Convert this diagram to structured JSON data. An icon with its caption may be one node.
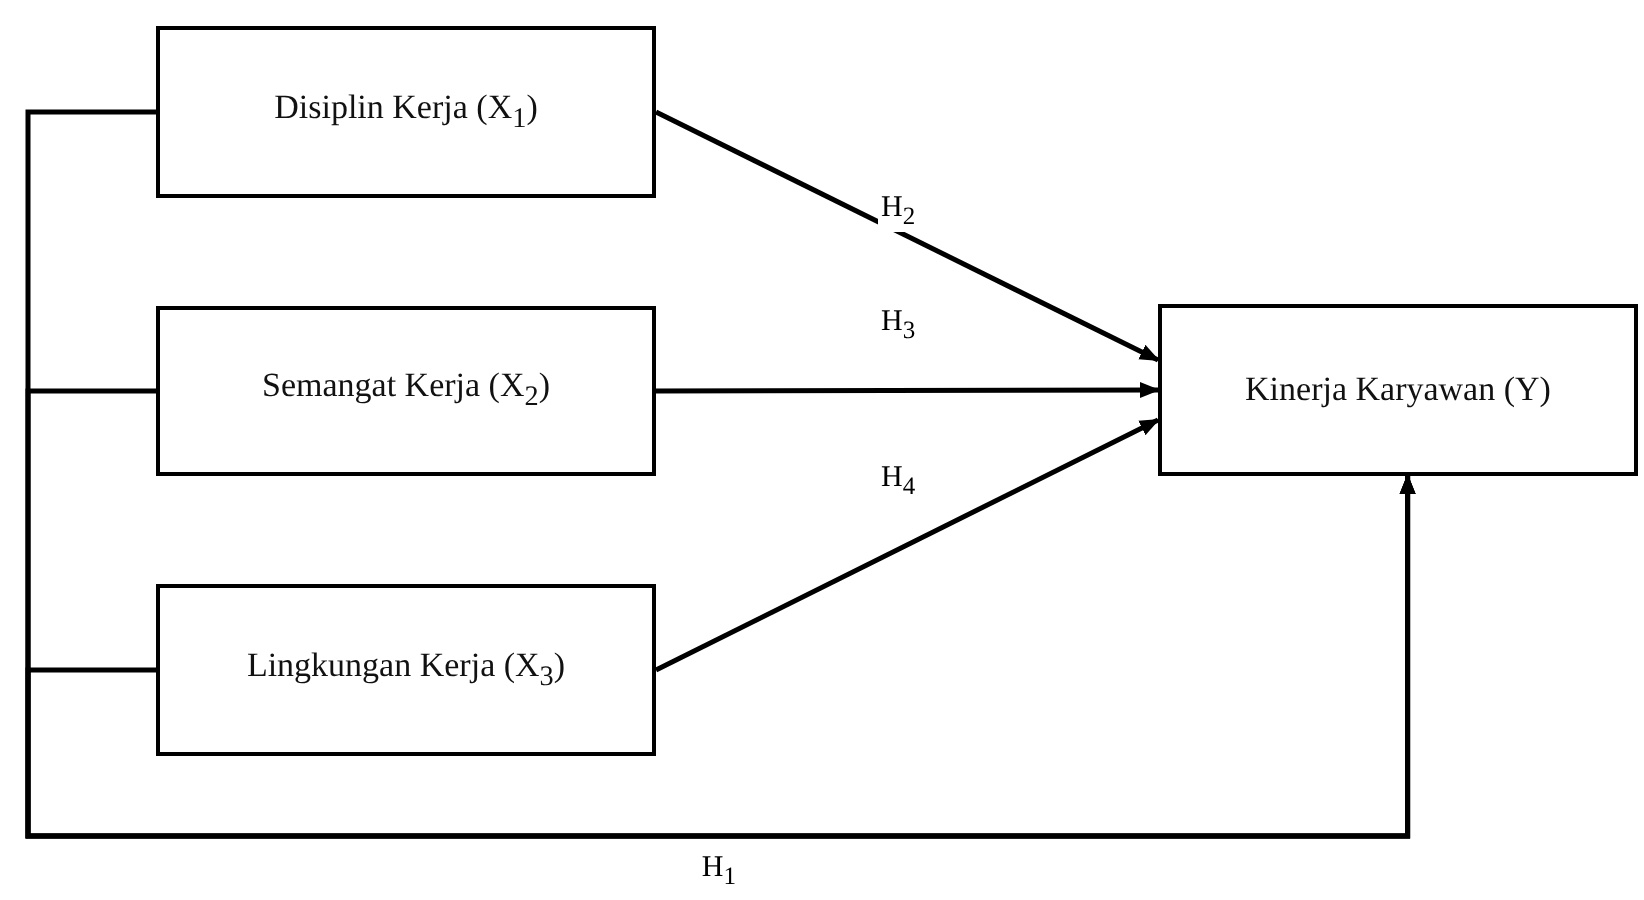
{
  "diagram": {
    "nodes": [
      {
        "text": [
          "Disiplin Kerja (X$_{1}$)"
        ]
      },
      {
        "text": [
          "Semangat Kerja (X$_{2}$)"
        ]
      },
      {
        "text": [
          "Lingkungan Kerja (X$_{3}$)"
        ]
      },
      {
        "text": [
          "Kinerja Karyawan (Y)"
        ]
      }
    ],
    "edges": [
      {
        "from": 0,
        "to": 3,
        "arrow": "to",
        "label": "H$_{2}$"
      },
      {
        "from": 1,
        "to": 3,
        "arrow": "to",
        "label": "H$_{3}$"
      },
      {
        "from": 2,
        "to": 3,
        "arrow": "to",
        "label": "H$_{4}$"
      },
      {
        "from": 0,
        "to": 3,
        "arrow": "to",
        "label": "H$_{1}$"
      },
      {
        "from": 1,
        "to": 3,
        "arrow": "to"
      },
      {
        "from": 2,
        "to": 3,
        "arrow": "to"
      }
    ]
  }
}
